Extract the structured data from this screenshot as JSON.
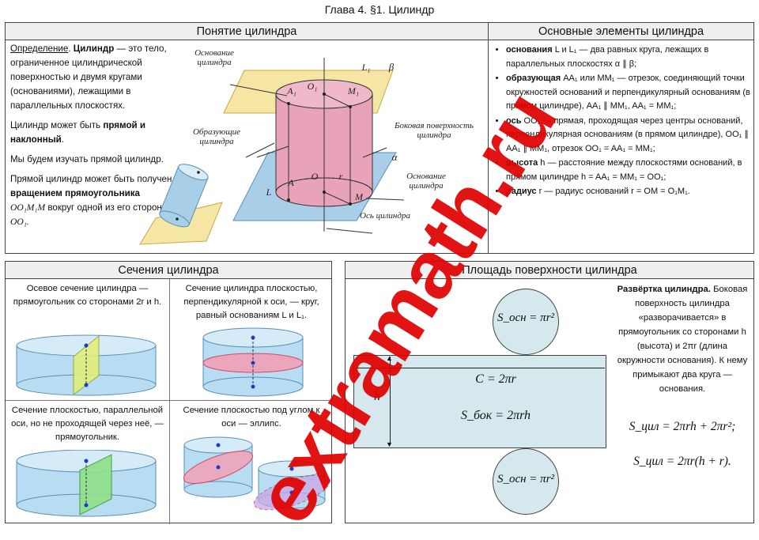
{
  "page_title": "Глава 4. §1. Цилиндр",
  "concept": {
    "header": "Понятие цилиндра",
    "def_label": "Определение",
    "def_term": "Цилиндр",
    "def_text": "— это тело, ограниченное цилиндрической поверхностью и двумя кругами (основаниями), лежащими в параллельных плоскостях.",
    "kinds_pre": "Цилиндр может быть",
    "kinds_bold": "прямой и наклонный",
    "study": "Мы будем изучать прямой цилиндр.",
    "rot_pre": "Прямой цилиндр может быть получен",
    "rot_bold": "вращением прямоугольника",
    "rot_rect": "OO₁M₁M",
    "rot_post": "вокруг одной из его сторон",
    "rot_side": "OO₁.",
    "labels": {
      "osnovanie_top": "Основание цилиндра",
      "obrazuyushchie": "Образующие цилиндра",
      "bokovaya": "Боковая поверхность цилиндра",
      "osnovanie_bottom": "Основание цилиндра",
      "os": "Ось цилиндра",
      "L1": "L₁",
      "L": "L",
      "beta": "β",
      "alpha": "α",
      "A1": "A₁",
      "O1": "O₁",
      "M1": "M₁",
      "A": "A",
      "O": "O",
      "r": "r",
      "M": "M"
    }
  },
  "elements": {
    "header": "Основные элементы цилиндра",
    "items": [
      {
        "term": "основания",
        "text": "L и L₁ — два равных круга, лежащих в параллельных плоскостях α ∥ β;"
      },
      {
        "term": "образующая",
        "text": "AA₁ или MM₁ — отрезок, соединяющий точки окружностей оснований и перпендикулярный основаниям (в прямом цилиндре), AA₁ ∥ MM₁, AA₁ = MM₁;"
      },
      {
        "term": "ось",
        "text": "OO₁ — прямая, проходящая через центры оснований, перпендикулярная основаниям (в прямом цилиндре), OO₁ ∥ AA₁ ∥ MM₁, отрезок OO₁ = AA₁ = MM₁;"
      },
      {
        "term": "высота",
        "text": "h — расстояние между плоскостями оснований, в прямом цилиндре h = AA₁ = MM₁ = OO₁;"
      },
      {
        "term": "радиус",
        "text": "r — радиус оснований r = OM = O₁M₁."
      }
    ]
  },
  "sections": {
    "header": "Сечения цилиндра",
    "cells": [
      "Осевое сечение цилиндра — прямоугольник со сторонами 2r и h.",
      "Сечение цилиндра плоскостью, перпендикулярной к оси, — круг, равный основаниям L и L₁.",
      "Сечение плоскостью, параллельной оси, но не проходящей через неё, — прямоугольник.",
      "Сечение плоскостью под углом к оси — эллипс."
    ]
  },
  "area": {
    "header": "Площадь поверхности цилиндра",
    "s_osn": "S_осн = πr²",
    "c": "C = 2πr",
    "h": "h",
    "s_bok": "S_бок = 2πrh",
    "razv_bold": "Развёртка цилиндра.",
    "razv_text": "Боковая поверхность цилиндра «разворачивается» в прямоугольник со сторонами h (высота) и 2πr (длина окружности основания). К нему примыкают два круга — основания.",
    "f1": "S_цил = 2πrh + 2πr²;",
    "f2": "S_цил = 2πr(h + r)."
  },
  "watermark": "extramath.ru",
  "colors": {
    "cylinder": "#e8a3b8",
    "plane_top": "#f5e7a3",
    "plane_bottom": "#a9cfe8",
    "net": "#d5e8ee",
    "section_blue": "#b8dcf2",
    "section_yellow": "#e3ee7a",
    "section_green": "#8fe08a",
    "watermark": "#e00000"
  }
}
